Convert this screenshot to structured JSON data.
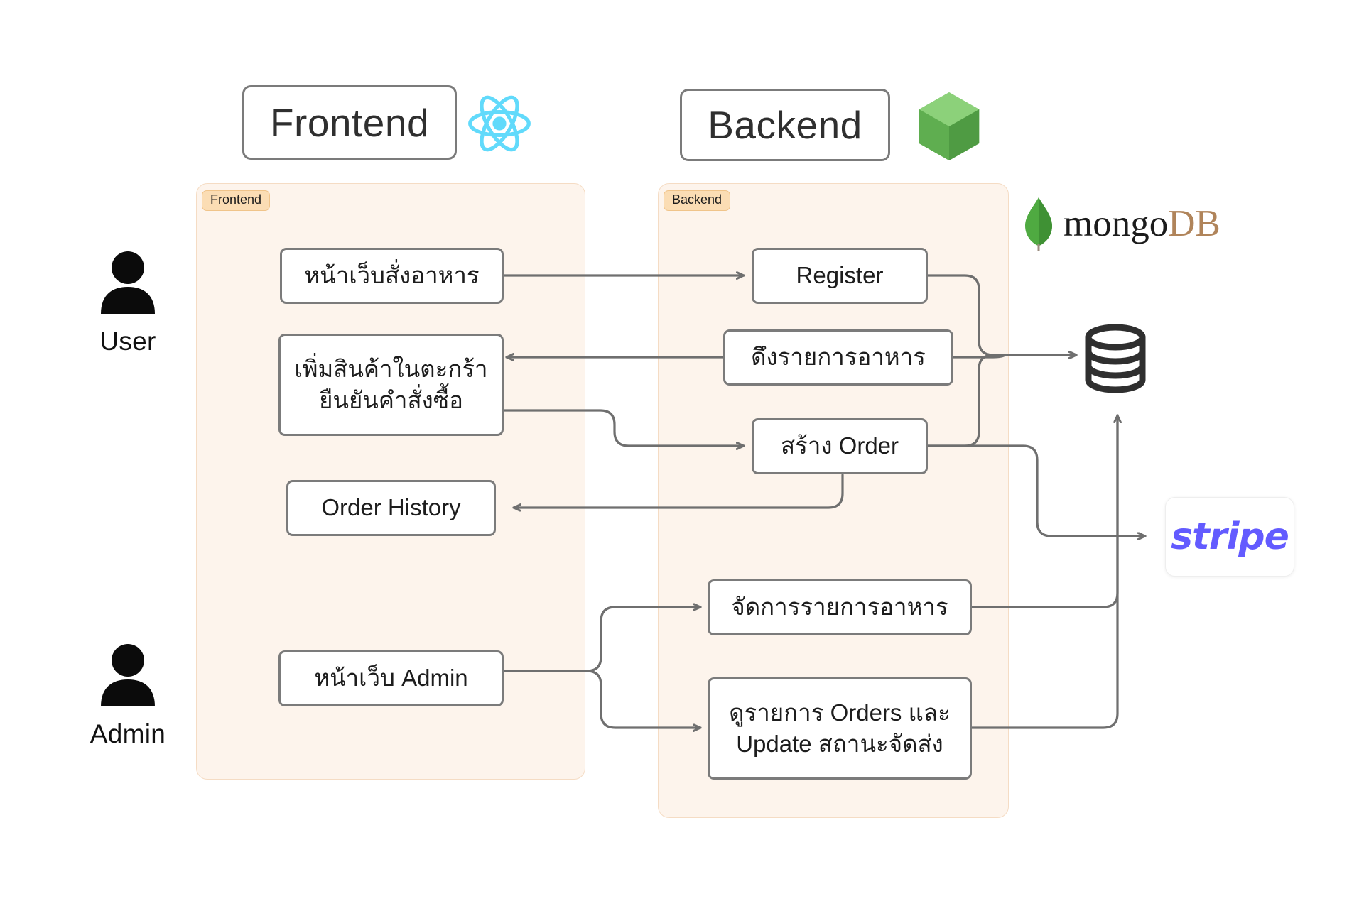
{
  "diagram": {
    "title_chips": [
      {
        "label": "Frontend",
        "icon": "react-logo"
      },
      {
        "label": "Backend",
        "icon": "nodejs-logo"
      }
    ],
    "groups": [
      {
        "tag": "Frontend"
      },
      {
        "tag": "Backend"
      }
    ],
    "actors": [
      {
        "label": "User",
        "icon": "user-avatar-icon"
      },
      {
        "label": "Admin",
        "icon": "user-avatar-icon"
      }
    ],
    "frontend_nodes": [
      {
        "lines": [
          "หน้าเว็บสั่งอาหาร"
        ]
      },
      {
        "lines": [
          "เพิ่มสินค้าในตะกร้า",
          "ยืนยันคำสั่งซื้อ"
        ]
      },
      {
        "lines": [
          "Order History"
        ]
      },
      {
        "lines": [
          "หน้าเว็บ Admin"
        ]
      }
    ],
    "backend_nodes": [
      {
        "lines": [
          "Register"
        ]
      },
      {
        "lines": [
          "ดึงรายการอาหาร"
        ]
      },
      {
        "lines": [
          "สร้าง Order"
        ]
      },
      {
        "lines": [
          "จัดการรายการอาหาร"
        ]
      },
      {
        "lines": [
          "ดูรายการ Orders และ",
          "Update สถานะจัดส่ง"
        ]
      }
    ],
    "services": [
      {
        "name": "mongodb",
        "word_a": "mongo",
        "word_b": "DB",
        "icon": "mongodb-leaf-icon"
      },
      {
        "name": "database",
        "icon": "database-cylinder-icon"
      },
      {
        "name": "stripe",
        "label": "stripe",
        "icon": "stripe-logo"
      }
    ],
    "colors": {
      "group_fill": "#fdf4ec",
      "group_border": "#f5dcc4",
      "tag_fill": "#fbddb4",
      "node_border": "#7b7b7b",
      "edge": "#6f6f6f",
      "react_blue": "#61dafb",
      "node_green": "#68a063",
      "mongo_green": "#4faa41",
      "mongo_tan": "#b0845a",
      "stripe_purple": "#635bff",
      "text": "#1d1d1d"
    }
  }
}
